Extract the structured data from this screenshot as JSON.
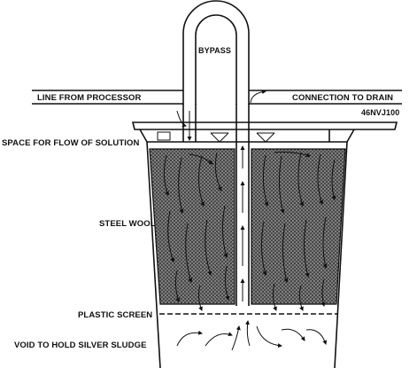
{
  "labels": {
    "bypass": "BYPASS",
    "line_from_processor": "LINE FROM PROCESSOR",
    "connection_to_drain": "CONNECTION TO DRAIN",
    "figure_code": "46NVJ100",
    "space_for_flow": "SPACE FOR FLOW OF SOLUTION",
    "steel_wool": "STEEL WOOL",
    "plastic_screen": "PLASTIC SCREEN",
    "void_sludge": "VOID TO HOLD SILVER SLUDGE"
  },
  "colors": {
    "ink": "#111111",
    "wool_dot": "#2a2a2a",
    "wool_bg": "#8a8a8a",
    "background": "#ffffff"
  }
}
